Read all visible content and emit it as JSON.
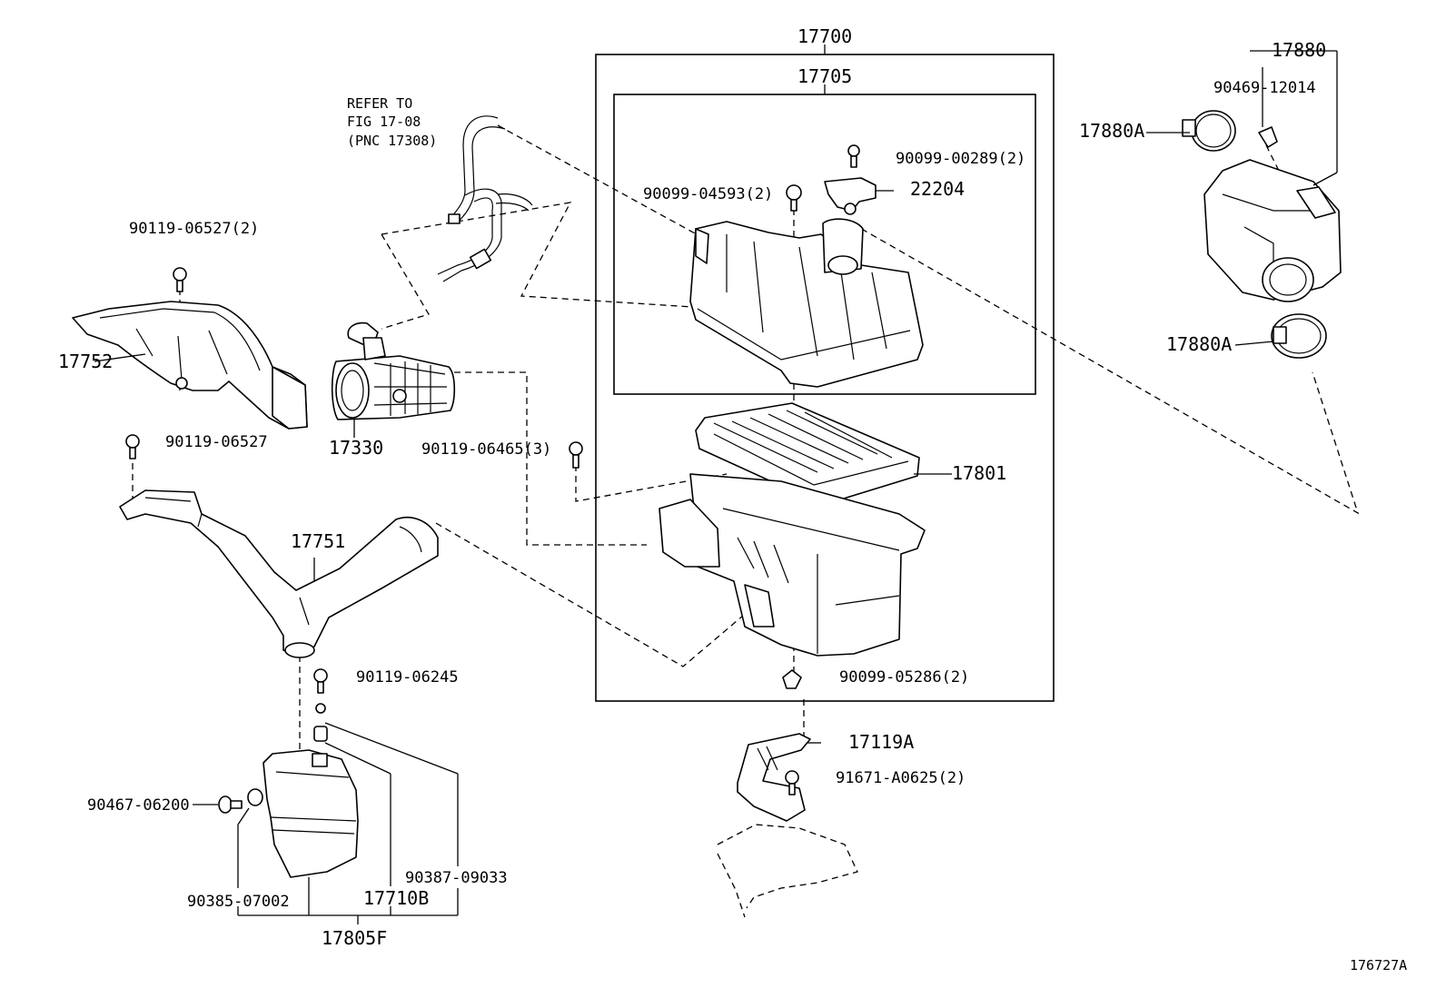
{
  "diagram_id": "176727A",
  "reference_note": [
    "REFER TO",
    "FIG 17-08",
    "(PNC 17308)"
  ],
  "labels": {
    "assy_air_cleaner": "17700",
    "cap_sub_assy": "17705",
    "inlet_assy": "17880",
    "clamp_a_upper": "17880A",
    "clamp_a_lower": "17880A",
    "clip_90469": "90469-12014",
    "bolt_90099_00289": "90099-00289(2)",
    "sensor_22204": "22204",
    "bolt_90099_04593": "90099-04593(2)",
    "bolt_90119_06527_2": "90119-06527(2)",
    "duct_17752": "17752",
    "flowmeter_17330": "17330",
    "bolt_90119_06527": "90119-06527",
    "bolt_90119_06465": "90119-06465(3)",
    "element_17801": "17801",
    "duct_17751": "17751",
    "bolt_90119_06245": "90119-06245",
    "grommet_90099_05286": "90099-05286(2)",
    "bracket_17119a": "17119A",
    "bolt_91671": "91671-A0625(2)",
    "plug_90467": "90467-06200",
    "grommet_90385": "90385-07002",
    "grommet_90387": "90387-09033",
    "resonator_17710b": "17710B",
    "resonator_assy_17805f": "17805F"
  }
}
